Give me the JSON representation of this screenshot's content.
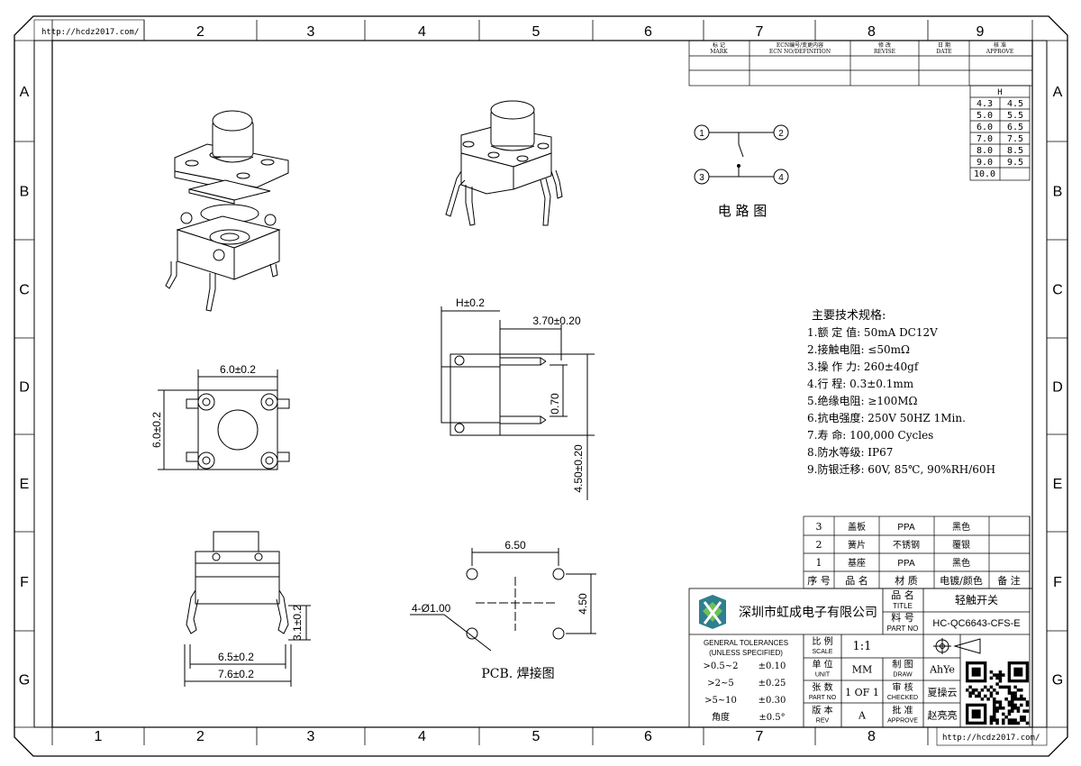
{
  "url": "http://hcdz2017.com/",
  "top_cols": [
    "2",
    "3",
    "4",
    "5",
    "6",
    "7",
    "8",
    "9"
  ],
  "bottom_cols": [
    "1",
    "2",
    "3",
    "4",
    "5",
    "6",
    "7",
    "8"
  ],
  "rows": [
    "A",
    "B",
    "C",
    "D",
    "E",
    "F",
    "G"
  ],
  "revision": {
    "h1": {
      "cn": "标 记",
      "en": "MARK"
    },
    "h2": {
      "cn": "ECN编号/变更内容",
      "en": "ECN NO/DEFINITION"
    },
    "h3": {
      "cn": "修 改",
      "en": "REVISE"
    },
    "h4": {
      "cn": "日 期",
      "en": "DATE"
    },
    "h5": {
      "cn": "核 准",
      "en": "APPROVE"
    }
  },
  "h_table": {
    "header": "H",
    "rows": [
      [
        "4.3",
        "4.5"
      ],
      [
        "5.0",
        "5.5"
      ],
      [
        "6.0",
        "6.5"
      ],
      [
        "7.0",
        "7.5"
      ],
      [
        "8.0",
        "8.5"
      ],
      [
        "9.0",
        "9.5"
      ],
      [
        "10.0",
        ""
      ]
    ]
  },
  "circuit": {
    "title": "电 路 图",
    "pins": [
      "1",
      "2",
      "3",
      "4"
    ]
  },
  "specs": {
    "title": "主要技术规格:",
    "items": [
      "1.额 定 值: 50mA DC12V",
      "2.接触电阻: ≤50mΩ",
      "3.操 作 力: 260±40gf",
      "4.行 程: 0.3±0.1mm",
      "5.绝缘电阻: ≥100MΩ",
      "6.抗电强度: 250V 50HZ 1Min.",
      "7.寿 命: 100,000 Cycles",
      "8.防水等级: IP67",
      "9.防银迁移: 60V, 85℃, 90%RH/60H"
    ]
  },
  "dims": {
    "top_w": "6.0±0.2",
    "top_h": "6.0±0.2",
    "side_h": "H±0.2",
    "side_pin": "3.70±0.20",
    "side_070": "0.70",
    "side_450": "4.50±0.20",
    "front_31": "3.1±0.2",
    "front_65": "6.5±0.2",
    "front_76": "7.6±0.2",
    "pcb_650": "6.50",
    "pcb_450": "4.50",
    "pcb_hole": "4-Ø1.00",
    "pcb_title": "PCB. 焊接图"
  },
  "bom": {
    "rows": [
      {
        "no": "3",
        "name": "盖板",
        "mat": "PPA",
        "finish": "黑色",
        "note": ""
      },
      {
        "no": "2",
        "name": "簧片",
        "mat": "不锈钢",
        "finish": "覆银",
        "note": ""
      },
      {
        "no": "1",
        "name": "基座",
        "mat": "PPA",
        "finish": "黑色",
        "note": ""
      }
    ],
    "header": {
      "no": "序 号",
      "name": "品 名",
      "mat": "材 质",
      "finish": "电镀/颜色",
      "note": "备 注"
    }
  },
  "title_block": {
    "company": "深圳市虹成电子有限公司",
    "title_cn": "品 名",
    "title_en": "TITLE",
    "title_val": "轻触开关",
    "part_cn": "料 号",
    "part_en": "PART NO",
    "part_val": "HC-QC6643-CFS-E",
    "scale_cn": "比 例",
    "scale_en": "SCALE",
    "scale_val": "1:1",
    "unit_cn": "单 位",
    "unit_en": "UNIT",
    "unit_val": "MM",
    "draw_cn": "制 图",
    "draw_en": "DRAW",
    "draw_val": "AhYe",
    "sheet_cn": "张 数",
    "sheet_en": "PART NO",
    "sheet_val": "1 OF 1",
    "check_cn": "审 核",
    "check_en": "CHECKED",
    "check_val": "夏操云",
    "rev_cn": "版 本",
    "rev_en": "REV",
    "rev_val": "A",
    "appr_cn": "批 准",
    "appr_en": "APPROVE",
    "appr_val": "赵亮亮"
  },
  "tolerances": {
    "title1": "GENERAL TOLERANCES",
    "title2": "(UNLESS SPECIFIED)",
    "rows": [
      {
        "range": ">0.5~2",
        "tol": "±0.10"
      },
      {
        "range": ">2~5",
        "tol": "±0.25"
      },
      {
        "range": ">5~10",
        "tol": "±0.30"
      },
      {
        "range": "角度",
        "tol": "±0.5°"
      }
    ]
  },
  "colors": {
    "logo_teal": "#2f7f8f",
    "logo_green": "#6fbf5a"
  }
}
